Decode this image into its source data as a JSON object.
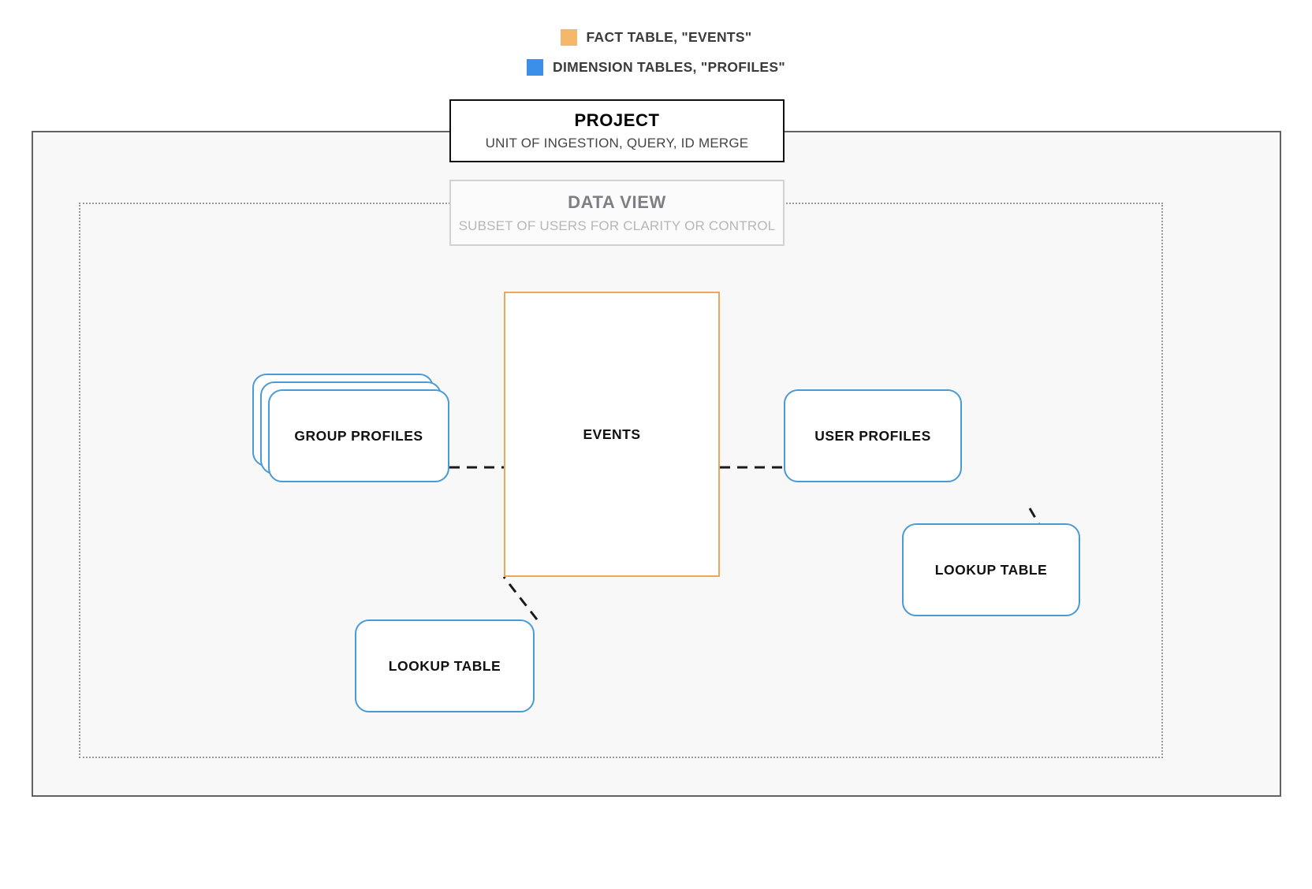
{
  "legend": {
    "items": [
      {
        "swatch_color": "#f5b76a",
        "label": "FACT TABLE, \"EVENTS\"",
        "icon": "color-swatch-orange"
      },
      {
        "swatch_color": "#3b8fe8",
        "label": "DIMENSION TABLES, \"PROFILES\"",
        "icon": "color-swatch-blue"
      }
    ]
  },
  "project": {
    "title": "PROJECT",
    "subtitle": "UNIT OF INGESTION, QUERY, ID MERGE"
  },
  "data_view": {
    "title": "DATA VIEW",
    "subtitle": "SUBSET OF USERS FOR CLARITY OR CONTROL"
  },
  "nodes": {
    "events": {
      "label": "EVENTS",
      "type": "fact-table",
      "border_color": "#e8a95c"
    },
    "group_profiles": {
      "label": "GROUP PROFILES",
      "type": "dimension-table",
      "border_color": "#4a9ad4",
      "stack_count": 3
    },
    "user_profiles": {
      "label": "USER PROFILES",
      "type": "dimension-table",
      "border_color": "#4a9ad4"
    },
    "lookup_table_left": {
      "label": "LOOKUP TABLE",
      "type": "dimension-table",
      "border_color": "#4a9ad4"
    },
    "lookup_table_right": {
      "label": "LOOKUP TABLE",
      "type": "dimension-table",
      "border_color": "#4a9ad4"
    }
  },
  "colors": {
    "canvas": "#ffffff",
    "project_fill": "#f8f8f8",
    "project_border": "#636363",
    "data_view_border": "#9a9a9a",
    "connector": "#1a1a1a"
  }
}
